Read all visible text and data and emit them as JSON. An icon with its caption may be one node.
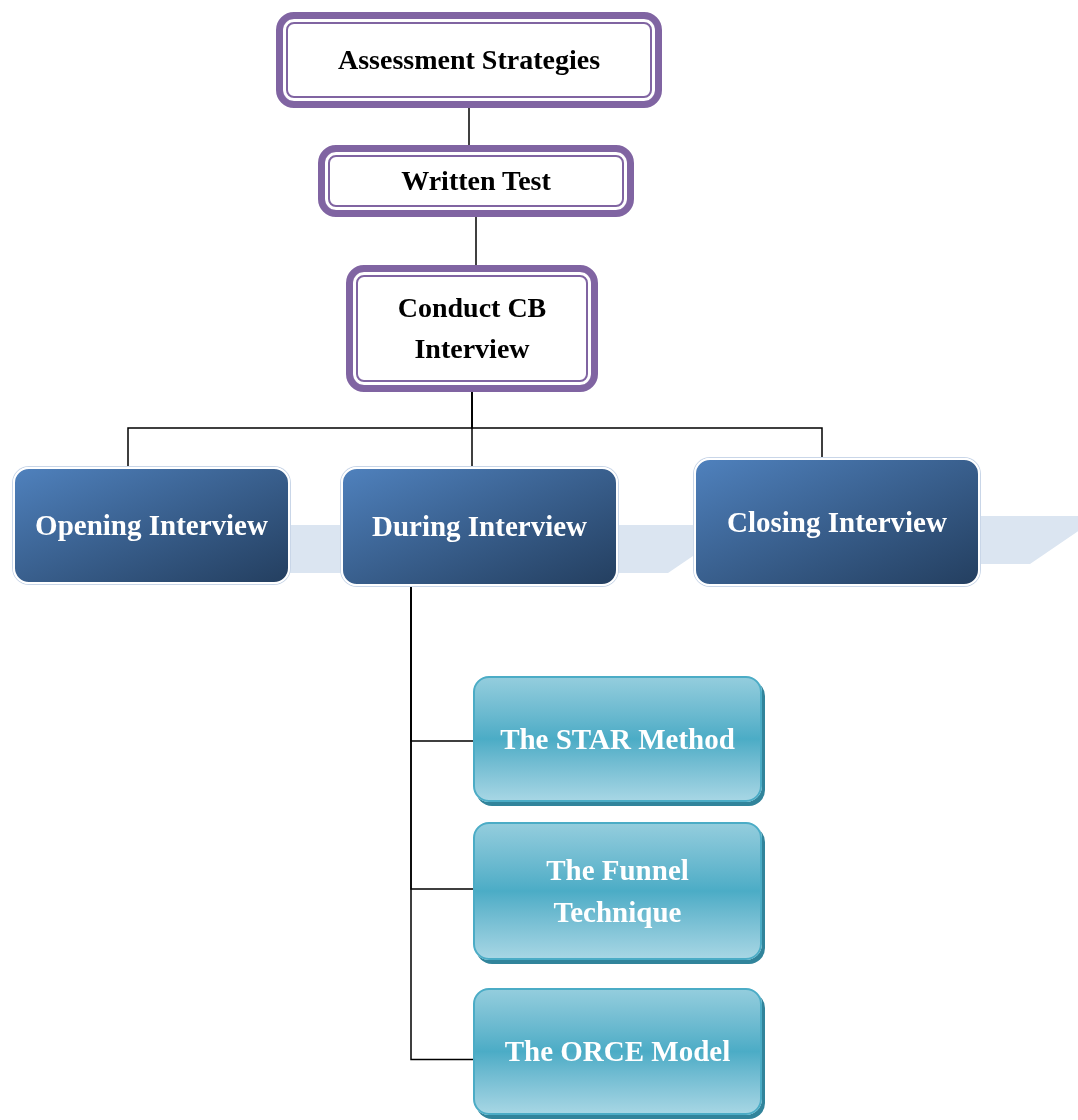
{
  "diagram": {
    "nodes": [
      {
        "text": [
          "Assessment Strategies"
        ]
      },
      {
        "text": [
          "Written Test"
        ]
      },
      {
        "text": [
          "Conduct CB Interview"
        ]
      },
      {
        "text": [
          "Opening Interview"
        ]
      },
      {
        "text": [
          "During Interview"
        ]
      },
      {
        "text": [
          "Closing Interview"
        ]
      },
      {
        "text": [
          "The STAR Method"
        ]
      },
      {
        "text": [
          "The Funnel Technique"
        ]
      },
      {
        "text": [
          "The ORCE Model"
        ]
      }
    ],
    "edges": [
      {
        "from": 0,
        "to": 1,
        "arrow": "none"
      },
      {
        "from": 1,
        "to": 2,
        "arrow": "none"
      },
      {
        "from": 2,
        "to": 3,
        "arrow": "none"
      },
      {
        "from": 2,
        "to": 4,
        "arrow": "none"
      },
      {
        "from": 2,
        "to": 5,
        "arrow": "none"
      },
      {
        "from": 4,
        "to": 6,
        "arrow": "none"
      },
      {
        "from": 4,
        "to": 7,
        "arrow": "none"
      },
      {
        "from": 4,
        "to": 8,
        "arrow": "none"
      }
    ]
  }
}
